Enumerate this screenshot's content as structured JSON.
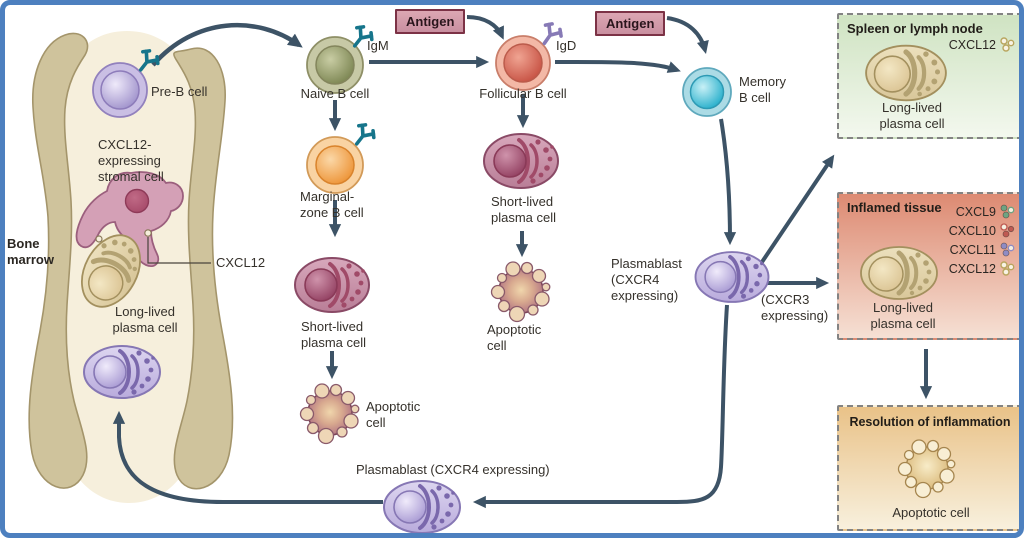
{
  "diagram": {
    "labels": {
      "bone_marrow": "Bone\nmarrow",
      "pre_b_cell": "Pre-B cell",
      "stromal_cell": "CXCL12-\nexpressing\nstromal cell",
      "cxcl12_callout": "CXCL12",
      "long_lived_plasma_cell": "Long-lived\nplasma cell",
      "naive_b_cell": "Naive B cell",
      "igm": "IgM",
      "igd": "IgD",
      "antigen": "Antigen",
      "follicular_b_cell": "Follicular B cell",
      "memory_b_cell": "Memory\nB cell",
      "marginal_zone_b_cell": "Marginal-\nzone B cell",
      "short_lived_plasma_cell": "Short-lived\nplasma cell",
      "apoptotic_cell": "Apoptotic\ncell",
      "plasmablast_cxcr4": "Plasmablast\n(CXCR4\nexpressing)",
      "cxcr3_expressing": "(CXCR3\nexpressing)",
      "plasmablast_cxcr4_bottom": "Plasmablast (CXCR4 expressing)"
    },
    "boxes": {
      "spleen": {
        "title": "Spleen or lymph node",
        "chemokine": {
          "name": "CXCL12",
          "dot_color": "#b9a55e"
        },
        "cell_label": "Long-lived\nplasma cell"
      },
      "inflamed": {
        "title": "Inflamed tissue",
        "chemokines": [
          {
            "name": "CXCL9",
            "dot_color": "#6fa482"
          },
          {
            "name": "CXCL10",
            "dot_color": "#bf5a52"
          },
          {
            "name": "CXCL11",
            "dot_color": "#8f8cc4"
          },
          {
            "name": "CXCL12",
            "dot_color": "#b9a55e"
          }
        ],
        "cell_label": "Long-lived\nplasma cell"
      },
      "resolution": {
        "title": "Resolution of inflammation",
        "cell_label": "Apoptotic cell"
      }
    },
    "colors": {
      "frame_blue": "#4d80bf",
      "arrow": "#3d5366",
      "antigen_box_bg": "#d7a0ad",
      "antigen_box_border": "#7c3246",
      "spleen_box_top": "#cfe3c2",
      "inflamed_box_top": "#dd8a72",
      "resolution_box_top": "#e9c288"
    }
  }
}
